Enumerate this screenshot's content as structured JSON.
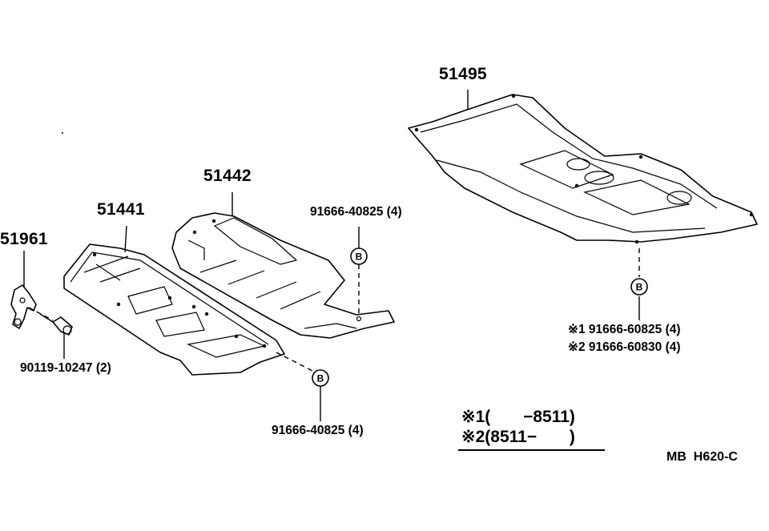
{
  "parts": {
    "p51495": "51495",
    "p51442": "51442",
    "p51441": "51441",
    "p51961": "51961",
    "bolt_top": "91666-40825 (4)",
    "bolt_bottom": "91666-40825 (4)",
    "screw": "90119-10247 (2)",
    "bolt_star1": "※1 91666-60825 (4)",
    "bolt_star2": "※2 91666-60830 (4)"
  },
  "ref_marker": "B",
  "notes": {
    "line1": "※1(       −8511)",
    "line2": "※2(8511−       )"
  },
  "code": "MB  H620-C",
  "icons": [
    "ref-circle-b-icon"
  ]
}
